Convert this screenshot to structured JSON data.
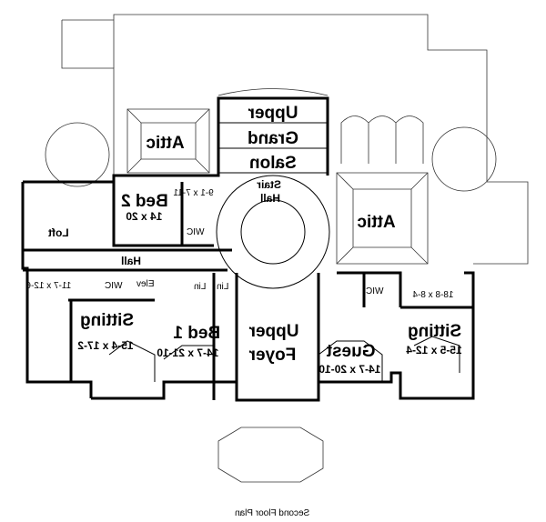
{
  "plan": {
    "caption": "Second Floor Plan",
    "rooms": {
      "attic_left": "Attic",
      "attic_right": "Attic",
      "salon_line1": "Upper",
      "salon_line2": "Grand",
      "salon_line3": "Salon",
      "stair_line1": "Stair",
      "stair_line2": "Hall",
      "bed2": "Bed 2",
      "bed2_dim": "14 x 20",
      "bath2_dim": "9-1 x 7-11",
      "wic_bed2": "WIC",
      "loft": "Loft",
      "hall": "Hall",
      "bath_left_dim": "11-7 x 12-6",
      "wic_left": "WIC",
      "elev": "Elev",
      "lin1": "Lin",
      "lin2": "Lin",
      "sitting_left": "Sitting",
      "sitting_left_dim": "15-4 x 17-2",
      "bed1": "Bed 1",
      "bed1_dim": "14-7 x 21-10",
      "foyer_line1": "Upper",
      "foyer_line2": "Foyer",
      "guest": "Guest",
      "guest_dim": "14-7 x 20-10",
      "wic_right": "WIC",
      "bath_right_dim": "18-8 x 8-4",
      "sitting_right": "Sitting",
      "sitting_right_dim": "15-5 x 12-4"
    }
  }
}
